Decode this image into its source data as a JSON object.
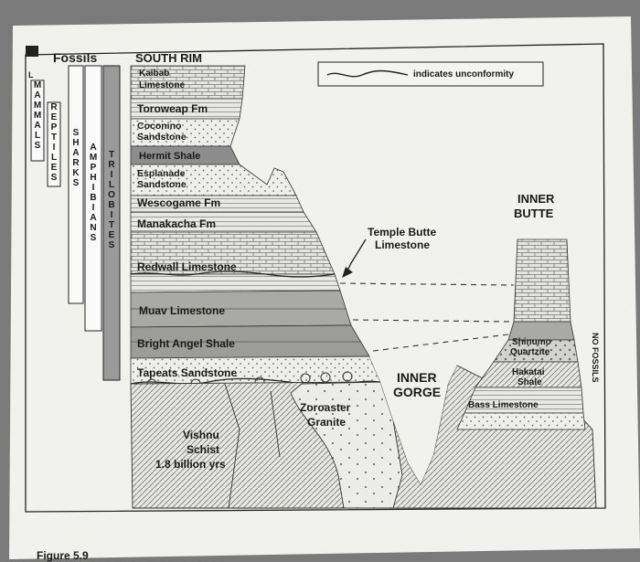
{
  "header": {
    "fossils_title": "Fossils",
    "south_rim": "SOUTH RIM",
    "corner_mark": "L"
  },
  "legend": {
    "text": "indicates unconformity"
  },
  "fossil_columns": [
    {
      "name": "MAMMALS"
    },
    {
      "name": "REPTILES"
    },
    {
      "name": "SHARKS"
    },
    {
      "name": "AMPHIBIANS"
    },
    {
      "name": "TRILOBITES"
    }
  ],
  "layers": {
    "kaibab_line1": "Kaibab",
    "kaibab_line2": "Limestone",
    "toroweap": "Toroweap Fm",
    "coconino_line1": "Coconino",
    "coconino_line2": "Sandstone",
    "hermit": "Hermit Shale",
    "esplanade_line1": "Esplanade",
    "esplanade_line2": "Sandstone",
    "wescogame": "Wescogame Fm",
    "manakacha": "Manakacha Fm",
    "redwall": "Redwall Limestone",
    "muav": "Muav Limestone",
    "bright_angel": "Bright Angel Shale",
    "tapeats": "Tapeats Sandstone",
    "vishnu_line1": "Vishnu",
    "vishnu_line2": "Schist",
    "vishnu_line3": "1.8 billion yrs",
    "zoroaster_line1": "Zoroaster",
    "zoroaster_line2": "Granite",
    "shinumo_line1": "Shinumo",
    "shinumo_line2": "Quartzite",
    "hakatai_line1": "Hakatai",
    "hakatai_line2": "Shale",
    "bass": "Bass Limestone"
  },
  "annotations": {
    "temple_butte_line1": "Temple Butte",
    "temple_butte_line2": "Limestone",
    "inner_butte_line1": "INNER",
    "inner_butte_line2": "BUTTE",
    "inner_gorge_line1": "INNER",
    "inner_gorge_line2": "GORGE",
    "no_fossils": "NO FOSSILS"
  },
  "caption": {
    "text": "Figure 5.9"
  }
}
